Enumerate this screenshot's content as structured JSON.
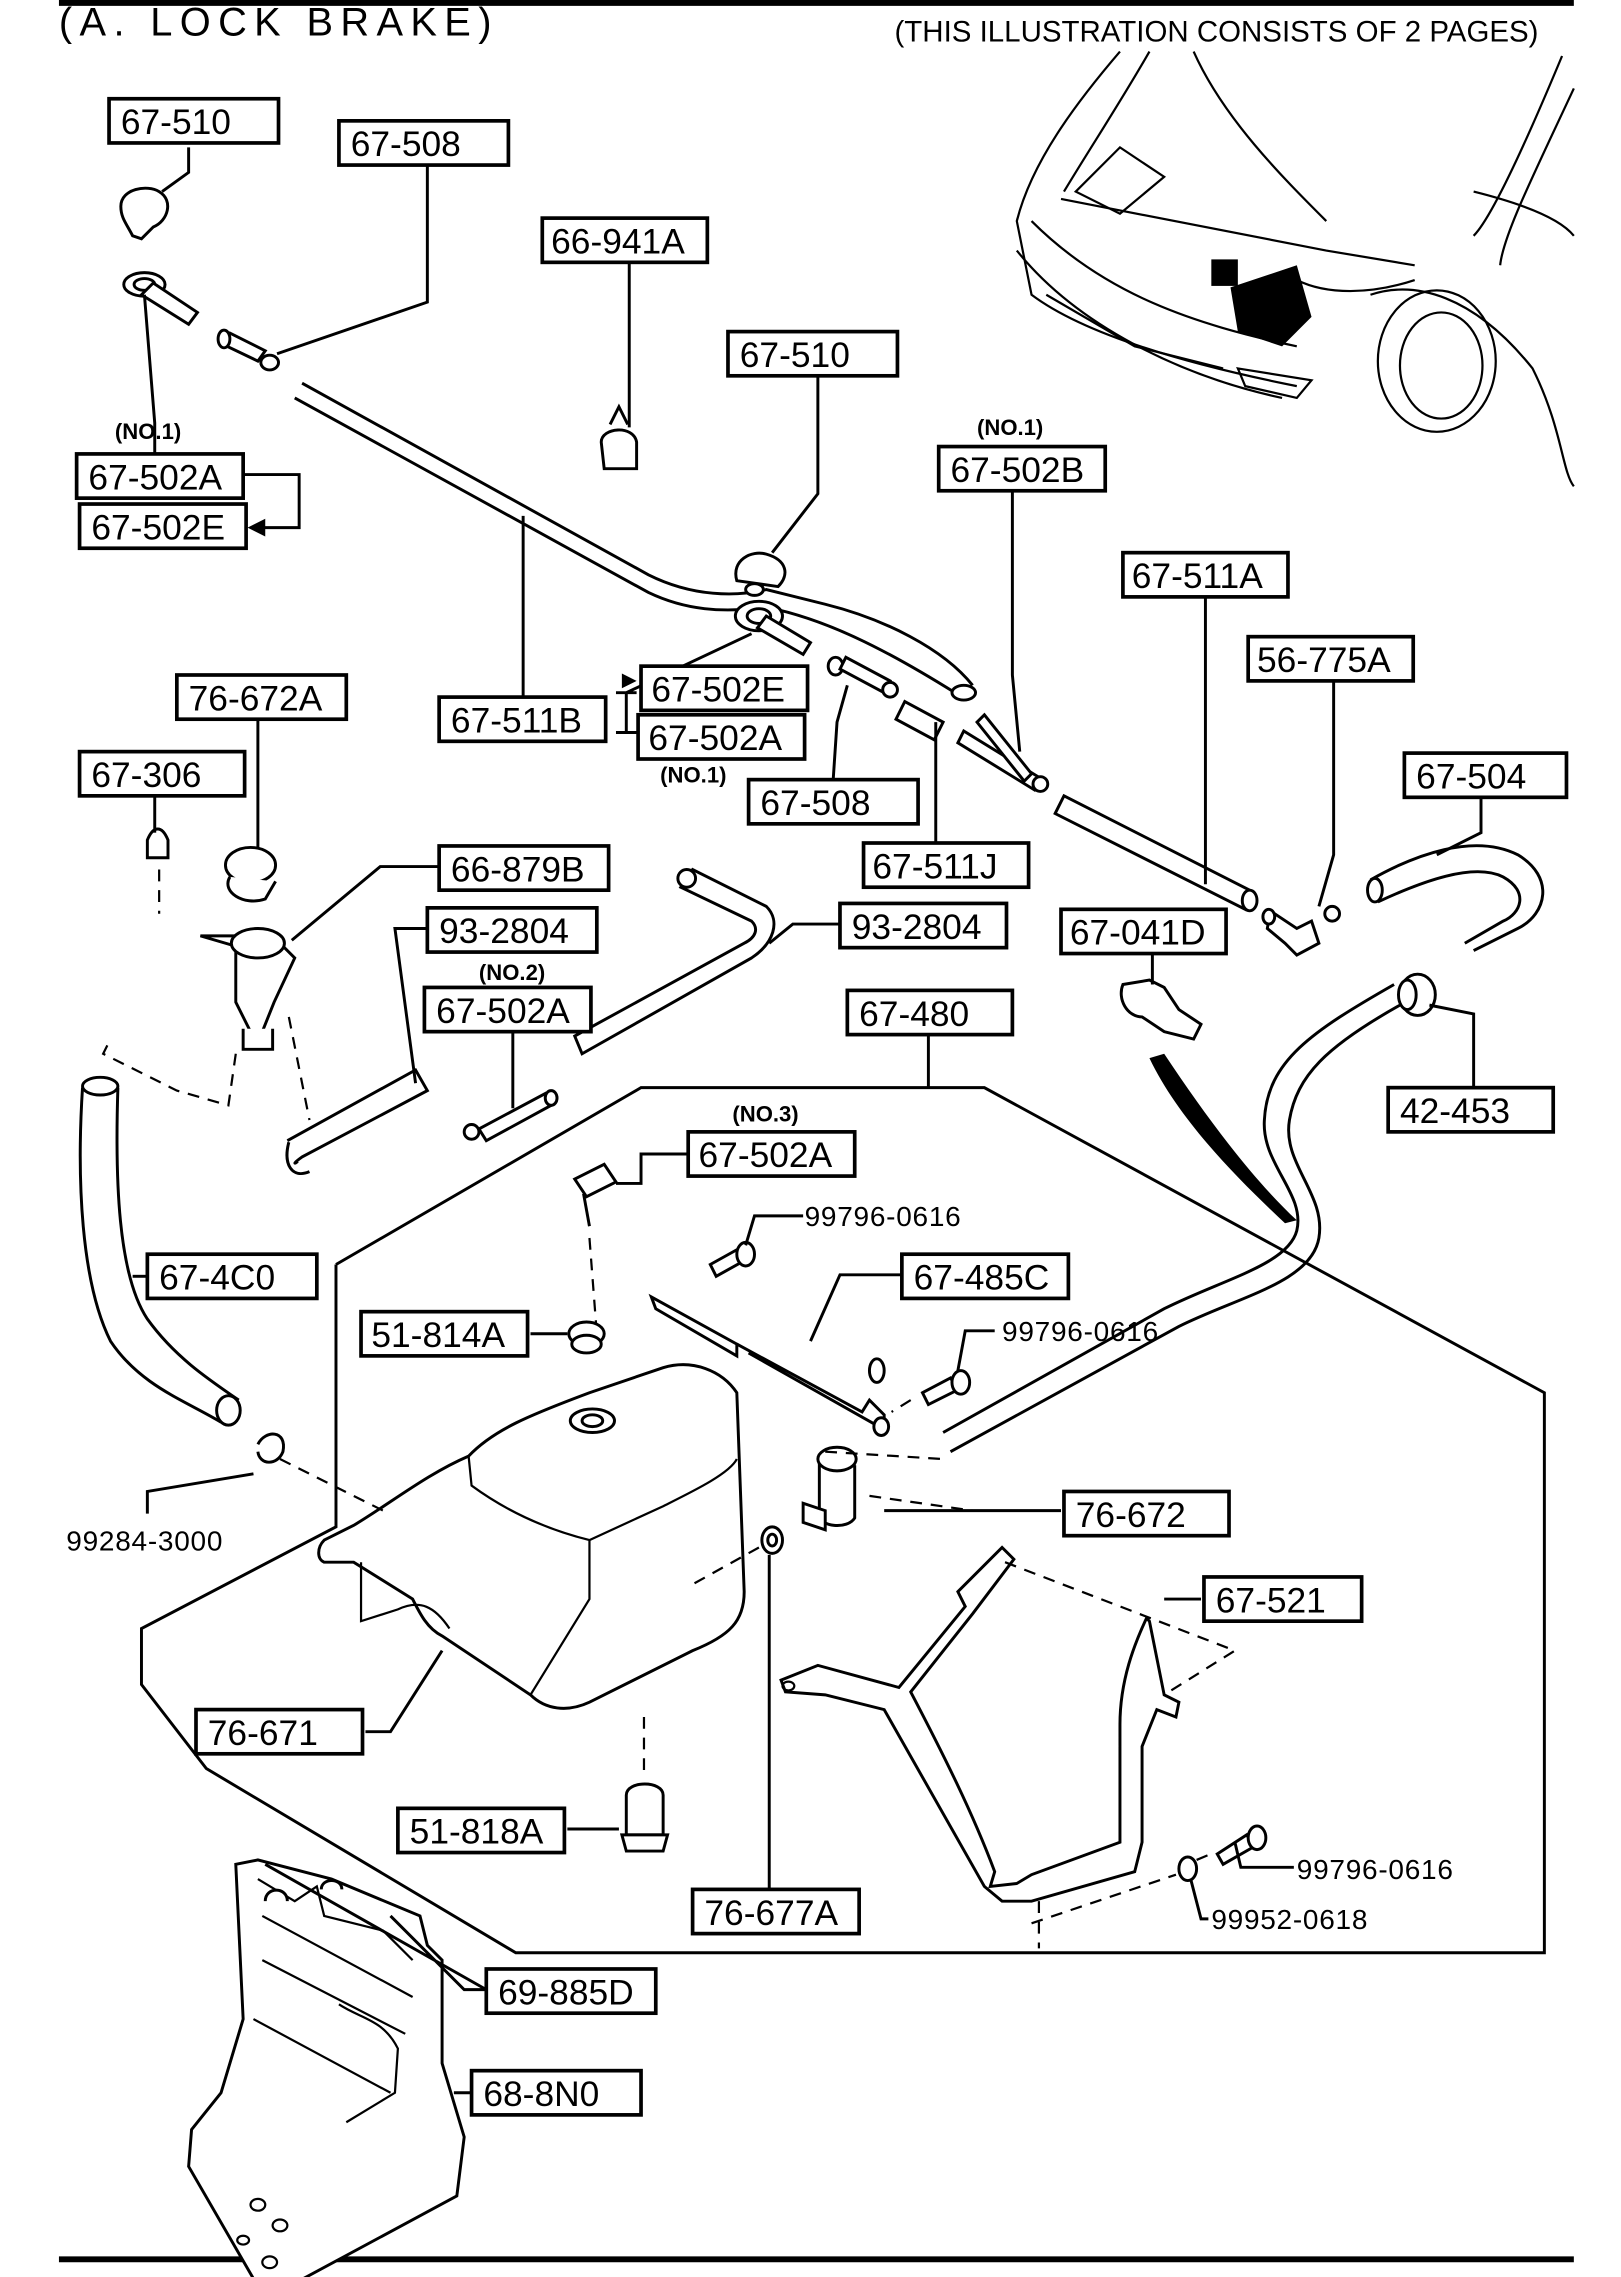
{
  "header": {
    "title": "(A. LOCK  BRAKE)",
    "page_note": "(THIS ILLUSTRATION CONSISTS OF  2 PAGES)"
  },
  "callouts": {
    "c1": "67-510",
    "c2": "67-508",
    "c3": "66-941A",
    "c4": "67-510",
    "c5_note": "(NO.1)",
    "c5a": "67-502A",
    "c5b": "67-502E",
    "c6_note": "(NO.1)",
    "c6": "67-502B",
    "c7": "67-511A",
    "c8": "56-775A",
    "c9": "76-672A",
    "c10": "67-511B",
    "c11a": "67-502E",
    "c11b": "67-502A",
    "c11_note": "(NO.1)",
    "c12": "67-508",
    "c13": "67-306",
    "c14": "67-511J",
    "c15": "67-504",
    "c16": "66-879B",
    "c17": "93-2804",
    "c17_note": "(NO.2)",
    "c18": "67-502A",
    "c19": "93-2804",
    "c20": "67-041D",
    "c21": "67-480",
    "c22": "42-453",
    "c23_note": "(NO.3)",
    "c23": "67-502A",
    "c24": "99796-0616",
    "c25": "67-4C0",
    "c26": "67-485C",
    "c27": "51-814A",
    "c28": "99796-0616",
    "c29": "76-672",
    "c30": "99284-3000",
    "c31": "67-521",
    "c32": "76-671",
    "c33": "51-818A",
    "c34": "76-677A",
    "c35": "99796-0616",
    "c36": "99952-0618",
    "c37": "69-885D",
    "c38": "68-8N0"
  }
}
